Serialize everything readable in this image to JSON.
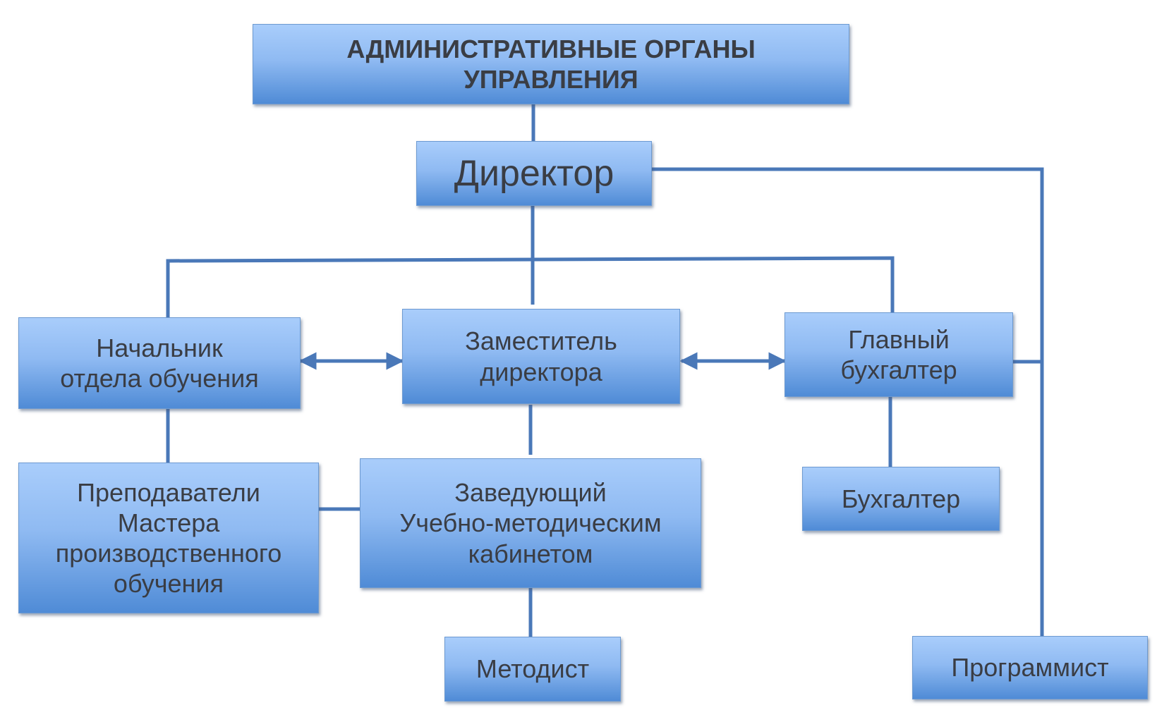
{
  "diagram": {
    "colors": {
      "box_top": "#a9cdfb",
      "box_bottom": "#4f8bd6",
      "connector": "#4a78b8",
      "text": "#3a3d44"
    },
    "nodes": {
      "admin": "АДМИНИСТРАТИВНЫЕ ОРГАНЫ\nУПРАВЛЕНИЯ",
      "director": "Директор",
      "head_training": "Начальник\nотдела обучения",
      "deputy": "Заместитель\nдиректора",
      "chief_accountant": "Главный\nбухгалтер",
      "teachers": "Преподаватели\nМастера\nпроизводственного\nобучения",
      "head_methodical": "Заведующий\nУчебно-методическим\nкабинетом",
      "accountant": "Бухгалтер",
      "methodist": "Методист",
      "programmer": "Программист"
    }
  }
}
